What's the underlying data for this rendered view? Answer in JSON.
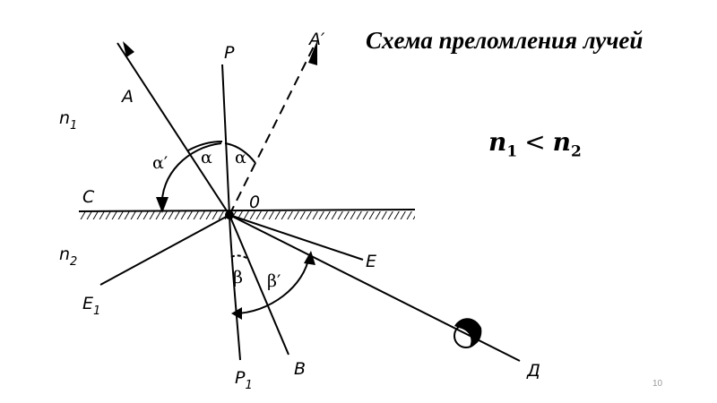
{
  "title": "Схема преломления лучей",
  "relation": {
    "left": "n",
    "left_sub": "1",
    "operator": "<",
    "right": "n",
    "right_sub": "2"
  },
  "labels": {
    "A": "A",
    "A_prime": "A′",
    "P": "P",
    "P1": "P",
    "P1_sub": "1",
    "C": "C",
    "O": "0",
    "E": "E",
    "E1": "E",
    "E1_sub": "1",
    "B": "B",
    "D": "Д",
    "n1": "n",
    "n1_sub": "1",
    "n2": "n",
    "n2_sub": "2",
    "alpha": "α",
    "alpha_reflected": "α",
    "alpha_prime": "α′",
    "beta": "β",
    "beta_prime": "β′"
  },
  "slide_number": "10"
}
